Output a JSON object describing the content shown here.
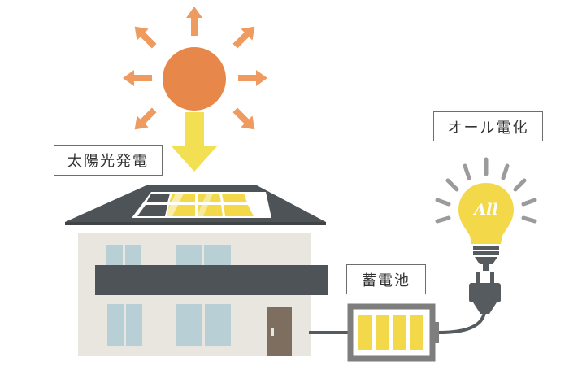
{
  "labels": {
    "solar": "太陽光発電",
    "all_electric": "オール電化",
    "battery": "蓄電池",
    "bulb_text": "All"
  },
  "colors": {
    "sun": "#e8874a",
    "sun_rays": "#ef9a5e",
    "sunlight_arrow": "#f2df52",
    "roof": "#4d5356",
    "house_wall": "#e9e5df",
    "window_glass": "#b8cfd6",
    "solar_panel": "#f3d94a",
    "door": "#7d6e60",
    "battery_cell": "#f3d94a",
    "battery_frame": "#7e7e7e",
    "cable": "#555b5e",
    "bulb": "#f3d94a"
  },
  "icons": [
    "sun-icon",
    "sunlight-arrow-icon",
    "house-icon",
    "solar-panel-icon",
    "battery-icon",
    "plug-icon",
    "light-bulb-icon"
  ]
}
